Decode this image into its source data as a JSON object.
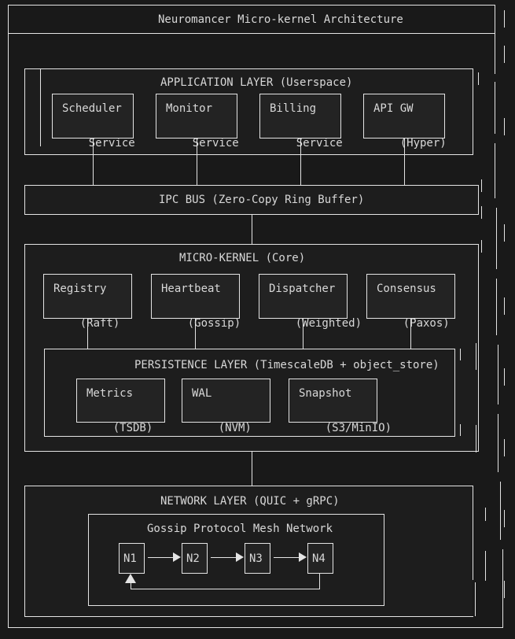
{
  "colors": {
    "background": "#191919",
    "panel_fill": "#1d1d1d",
    "box_fill": "#232323",
    "line": "#e4e4e4",
    "text": "#d8d8d8"
  },
  "title": "Neuromancer Micro-kernel Architecture",
  "app_layer": {
    "label": "APPLICATION LAYER (Userspace)",
    "services": [
      {
        "lines": [
          "Scheduler",
          "Service"
        ]
      },
      {
        "lines": [
          "Monitor",
          "Service"
        ]
      },
      {
        "lines": [
          "Billing",
          "Service"
        ]
      },
      {
        "lines": [
          "API GW",
          "(Hyper)"
        ]
      }
    ]
  },
  "ipc_bus": {
    "label": "IPC BUS (Zero-Copy Ring Buffer)"
  },
  "micro_kernel": {
    "label": "MICRO-KERNEL (Core)",
    "modules": [
      {
        "lines": [
          "Registry",
          "(Raft)"
        ]
      },
      {
        "lines": [
          "Heartbeat",
          "(Gossip)"
        ]
      },
      {
        "lines": [
          "Dispatcher",
          "(Weighted)"
        ]
      },
      {
        "lines": [
          "Consensus",
          "(Paxos)"
        ]
      }
    ]
  },
  "persistence": {
    "label": "PERSISTENCE LAYER (TimescaleDB + object_store)",
    "stores": [
      {
        "lines": [
          "Metrics",
          "(TSDB)"
        ]
      },
      {
        "lines": [
          "WAL",
          "(NVM)"
        ]
      },
      {
        "lines": [
          "Snapshot",
          "(S3/MinIO)"
        ]
      }
    ]
  },
  "network": {
    "label": "NETWORK LAYER (QUIC + gRPC)",
    "mesh": {
      "label": "Gossip Protocol Mesh Network",
      "nodes": [
        "N1",
        "N2",
        "N3",
        "N4"
      ]
    }
  }
}
